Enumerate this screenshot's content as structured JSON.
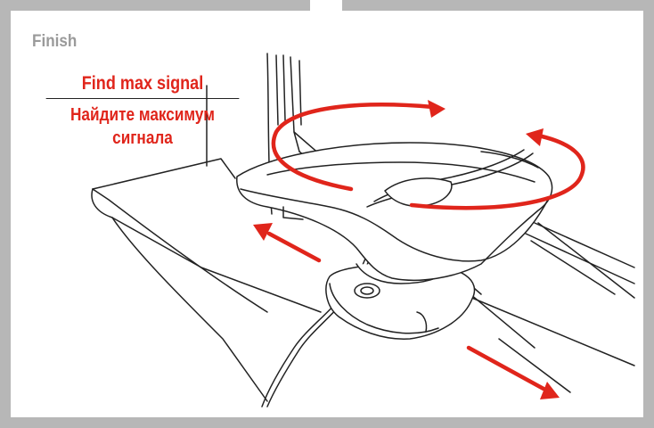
{
  "step_label": "Finish",
  "caption": {
    "en": "Find max signal",
    "ru": "Найдите максимум сигнала"
  },
  "colors": {
    "frame": "#b7b7b7",
    "accent": "#e0251b",
    "label": "#9a9a9a",
    "line": "#222222"
  }
}
